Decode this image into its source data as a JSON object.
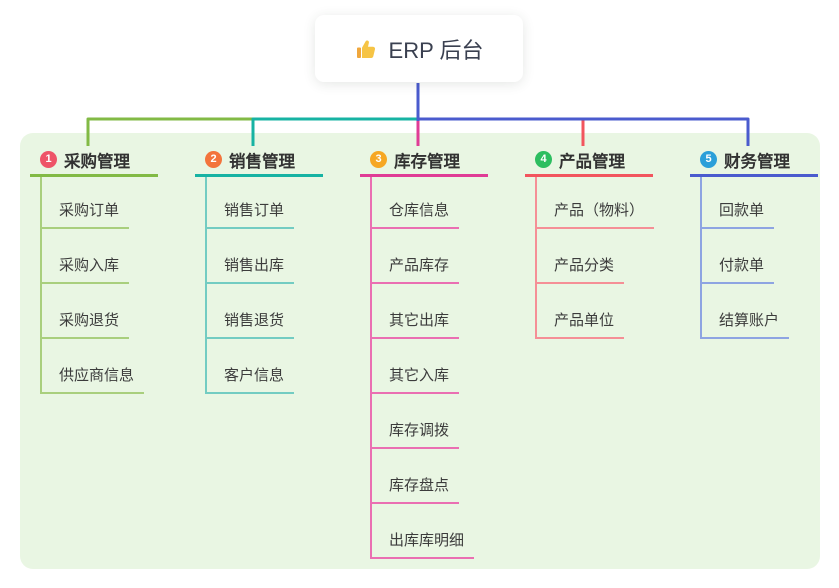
{
  "root": {
    "title": "ERP 后台",
    "icon": "thumbs-up-icon"
  },
  "canvas": {
    "panel_color": "#e9f6e3",
    "background_color": "#ffffff"
  },
  "trunk_color": "#4a5bce",
  "branches": [
    {
      "number": "1",
      "title": "采购管理",
      "badge_color": "#ee5468",
      "line_color": "#82ba45",
      "light_color": "#a9cf7d",
      "children": [
        "采购订单",
        "采购入库",
        "采购退货",
        "供应商信息"
      ]
    },
    {
      "number": "2",
      "title": "销售管理",
      "badge_color": "#f3743c",
      "line_color": "#17b3a3",
      "light_color": "#73ccc2",
      "children": [
        "销售订单",
        "销售出库",
        "销售退货",
        "客户信息"
      ]
    },
    {
      "number": "3",
      "title": "库存管理",
      "badge_color": "#f6a723",
      "line_color": "#e03c96",
      "light_color": "#ea6fb2",
      "children": [
        "仓库信息",
        "产品库存",
        "其它出库",
        "其它入库",
        "库存调拨",
        "库存盘点",
        "出库库明细"
      ]
    },
    {
      "number": "4",
      "title": "产品管理",
      "badge_color": "#2dbe60",
      "line_color": "#f2555e",
      "light_color": "#f58f96",
      "children": [
        "产品（物料）",
        "产品分类",
        "产品单位"
      ]
    },
    {
      "number": "5",
      "title": "财务管理",
      "badge_color": "#2b9fd9",
      "line_color": "#4a5bce",
      "light_color": "#8ea4e2",
      "children": [
        "回款单",
        "付款单",
        "结算账户"
      ]
    }
  ]
}
